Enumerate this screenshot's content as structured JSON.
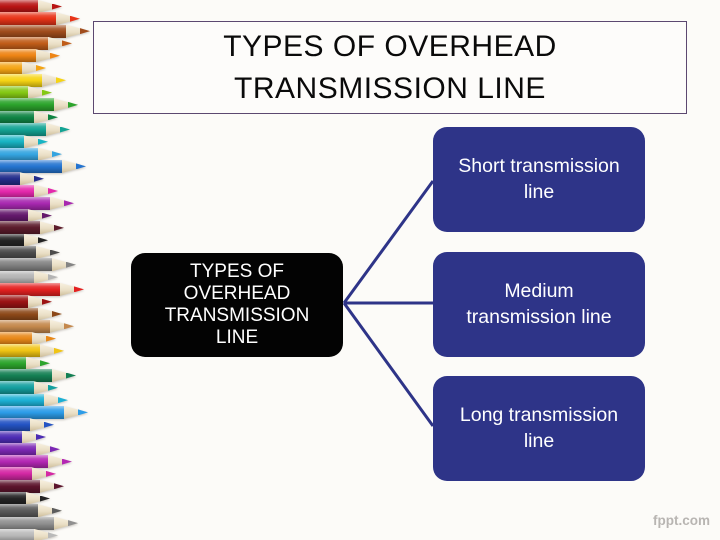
{
  "slide": {
    "background": "#fcfbf8",
    "watermark": "fppt.com",
    "watermark_color": "#b8b5b2"
  },
  "title": {
    "text": "TYPES OF OVERHEAD\nTRANSMISSION LINE",
    "border_color": "#5c4870"
  },
  "diagram": {
    "accent_color": "#2e3488",
    "connector_color": "#2e3488",
    "root": {
      "label": "TYPES OF\nOVERHEAD\nTRANSMISSION\nLINE",
      "bg": "#030303",
      "text_color": "#ffffff"
    },
    "children": [
      {
        "label": "Short transmission\nline"
      },
      {
        "label": "Medium\ntransmission line"
      },
      {
        "label": "Long transmission\nline"
      }
    ]
  },
  "pencils": {
    "wood_color": "#eadfc6",
    "pitch": 12.3,
    "items": [
      {
        "color": "#b81414",
        "len": 62
      },
      {
        "color": "#e83418",
        "len": 80
      },
      {
        "color": "#a04c1c",
        "len": 90
      },
      {
        "color": "#c05c18",
        "len": 72
      },
      {
        "color": "#ee8414",
        "len": 60
      },
      {
        "color": "#f4a414",
        "len": 46
      },
      {
        "color": "#f6d414",
        "len": 66
      },
      {
        "color": "#84c814",
        "len": 52
      },
      {
        "color": "#2ca42c",
        "len": 78
      },
      {
        "color": "#108444",
        "len": 58
      },
      {
        "color": "#14a494",
        "len": 70
      },
      {
        "color": "#18b4c4",
        "len": 48
      },
      {
        "color": "#34a4e0",
        "len": 62
      },
      {
        "color": "#2474d0",
        "len": 86
      },
      {
        "color": "#242e8c",
        "len": 44
      },
      {
        "color": "#e428ac",
        "len": 58
      },
      {
        "color": "#a828b0",
        "len": 74
      },
      {
        "color": "#64186c",
        "len": 52
      },
      {
        "color": "#5c1c2c",
        "len": 64
      },
      {
        "color": "#242424",
        "len": 48
      },
      {
        "color": "#4c4c4c",
        "len": 60
      },
      {
        "color": "#848484",
        "len": 76
      },
      {
        "color": "#b4b4b4",
        "len": 58
      },
      {
        "color": "#e42020",
        "len": 84
      },
      {
        "color": "#9c1414",
        "len": 52
      },
      {
        "color": "#8c4818",
        "len": 62
      },
      {
        "color": "#c4884c",
        "len": 74
      },
      {
        "color": "#e88818",
        "len": 56
      },
      {
        "color": "#f0c414",
        "len": 64
      },
      {
        "color": "#2ca42c",
        "len": 50
      },
      {
        "color": "#148054",
        "len": 76
      },
      {
        "color": "#14a0a0",
        "len": 58
      },
      {
        "color": "#1cb0d4",
        "len": 68
      },
      {
        "color": "#2c9ce8",
        "len": 88
      },
      {
        "color": "#2454c4",
        "len": 54
      },
      {
        "color": "#4c2cb4",
        "len": 46
      },
      {
        "color": "#7c28b4",
        "len": 60
      },
      {
        "color": "#b428b4",
        "len": 72
      },
      {
        "color": "#d428a4",
        "len": 56
      },
      {
        "color": "#5c142c",
        "len": 64
      },
      {
        "color": "#242424",
        "len": 50
      },
      {
        "color": "#5c5c5c",
        "len": 62
      },
      {
        "color": "#909090",
        "len": 78
      },
      {
        "color": "#b9b9b9",
        "len": 58
      }
    ]
  }
}
